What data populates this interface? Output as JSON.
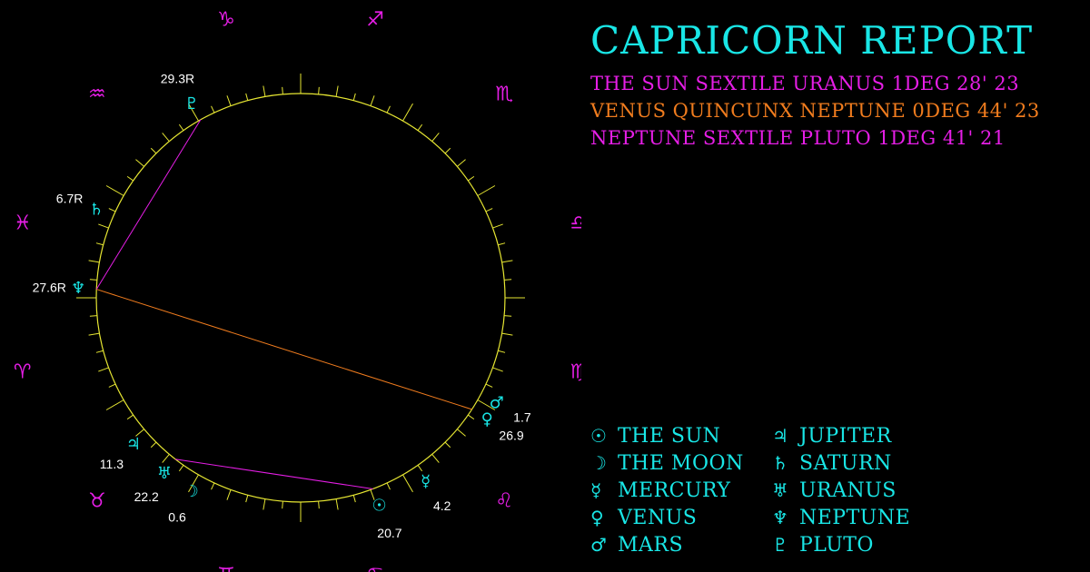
{
  "report": {
    "title": "CAPRICORN REPORT",
    "aspects": [
      {
        "text": "THE SUN SEXTILE URANUS 1DEG 28' 23",
        "color": "#e61ee6"
      },
      {
        "text": "VENUS QUINCUNX NEPTUNE 0DEG 44' 23",
        "color": "#f07c1e"
      },
      {
        "text": "NEPTUNE SEXTILE PLUTO 1DEG 41' 21",
        "color": "#e61ee6"
      }
    ]
  },
  "legend": [
    {
      "glyph": "☉",
      "label": "THE SUN",
      "icon": "sun-icon"
    },
    {
      "glyph": "☽",
      "label": "THE MOON",
      "icon": "moon-icon"
    },
    {
      "glyph": "☿",
      "label": "MERCURY",
      "icon": "mercury-icon"
    },
    {
      "glyph": "♀",
      "label": "VENUS",
      "icon": "venus-icon"
    },
    {
      "glyph": "♂",
      "label": "MARS",
      "icon": "mars-icon"
    },
    {
      "glyph": "♃",
      "label": "JUPITER",
      "icon": "jupiter-icon"
    },
    {
      "glyph": "♄",
      "label": "SATURN",
      "icon": "saturn-icon"
    },
    {
      "glyph": "♅",
      "label": "URANUS",
      "icon": "uranus-icon"
    },
    {
      "glyph": "♆",
      "label": "NEPTUNE",
      "icon": "neptune-icon"
    },
    {
      "glyph": "♇",
      "label": "PLUTO",
      "icon": "pluto-icon"
    }
  ],
  "wheel": {
    "colors": {
      "ring": "#e6e632",
      "planet": "#19e6e6",
      "sign": "#e61ee6",
      "label": "#ffffff",
      "sextile": "#e61ee6",
      "quincunx": "#f07c1e"
    },
    "signs": [
      {
        "name": "aries",
        "glyph": "♈"
      },
      {
        "name": "taurus",
        "glyph": "♉"
      },
      {
        "name": "gemini",
        "glyph": "♊"
      },
      {
        "name": "cancer",
        "glyph": "♋"
      },
      {
        "name": "leo",
        "glyph": "♌"
      },
      {
        "name": "virgo",
        "glyph": "♍"
      },
      {
        "name": "libra",
        "glyph": "♎"
      },
      {
        "name": "scorpio",
        "glyph": "♏"
      },
      {
        "name": "sagittarius",
        "glyph": "♐"
      },
      {
        "name": "capricorn",
        "glyph": "♑"
      },
      {
        "name": "aquarius",
        "glyph": "♒"
      },
      {
        "name": "pisces",
        "glyph": "♓"
      }
    ],
    "planets": [
      {
        "name": "sun",
        "glyph": "☉",
        "longitude": 110.7,
        "label": "20.7"
      },
      {
        "name": "moon",
        "glyph": "☽",
        "longitude": 60.6,
        "label": "0.6"
      },
      {
        "name": "mercury",
        "glyph": "☿",
        "longitude": 124.2,
        "label": "4.2"
      },
      {
        "name": "venus",
        "glyph": "♀",
        "longitude": 146.9,
        "label": "26.9"
      },
      {
        "name": "mars",
        "glyph": "♂",
        "longitude": 151.7,
        "label": "1.7"
      },
      {
        "name": "jupiter",
        "glyph": "♃",
        "longitude": 41.3,
        "label": "11.3"
      },
      {
        "name": "saturn",
        "glyph": "♄",
        "longitude": 336.7,
        "label": "6.7R"
      },
      {
        "name": "uranus",
        "glyph": "♅",
        "longitude": 52.2,
        "label": "22.2"
      },
      {
        "name": "neptune",
        "glyph": "♆",
        "longitude": 357.6,
        "label": "27.6R"
      },
      {
        "name": "pluto",
        "glyph": "♇",
        "longitude": 299.3,
        "label": "29.3R"
      }
    ],
    "aspect_lines": [
      {
        "from": "sun",
        "to": "uranus",
        "type": "sextile"
      },
      {
        "from": "venus",
        "to": "neptune",
        "type": "quincunx"
      },
      {
        "from": "neptune",
        "to": "pluto",
        "type": "sextile"
      }
    ]
  }
}
